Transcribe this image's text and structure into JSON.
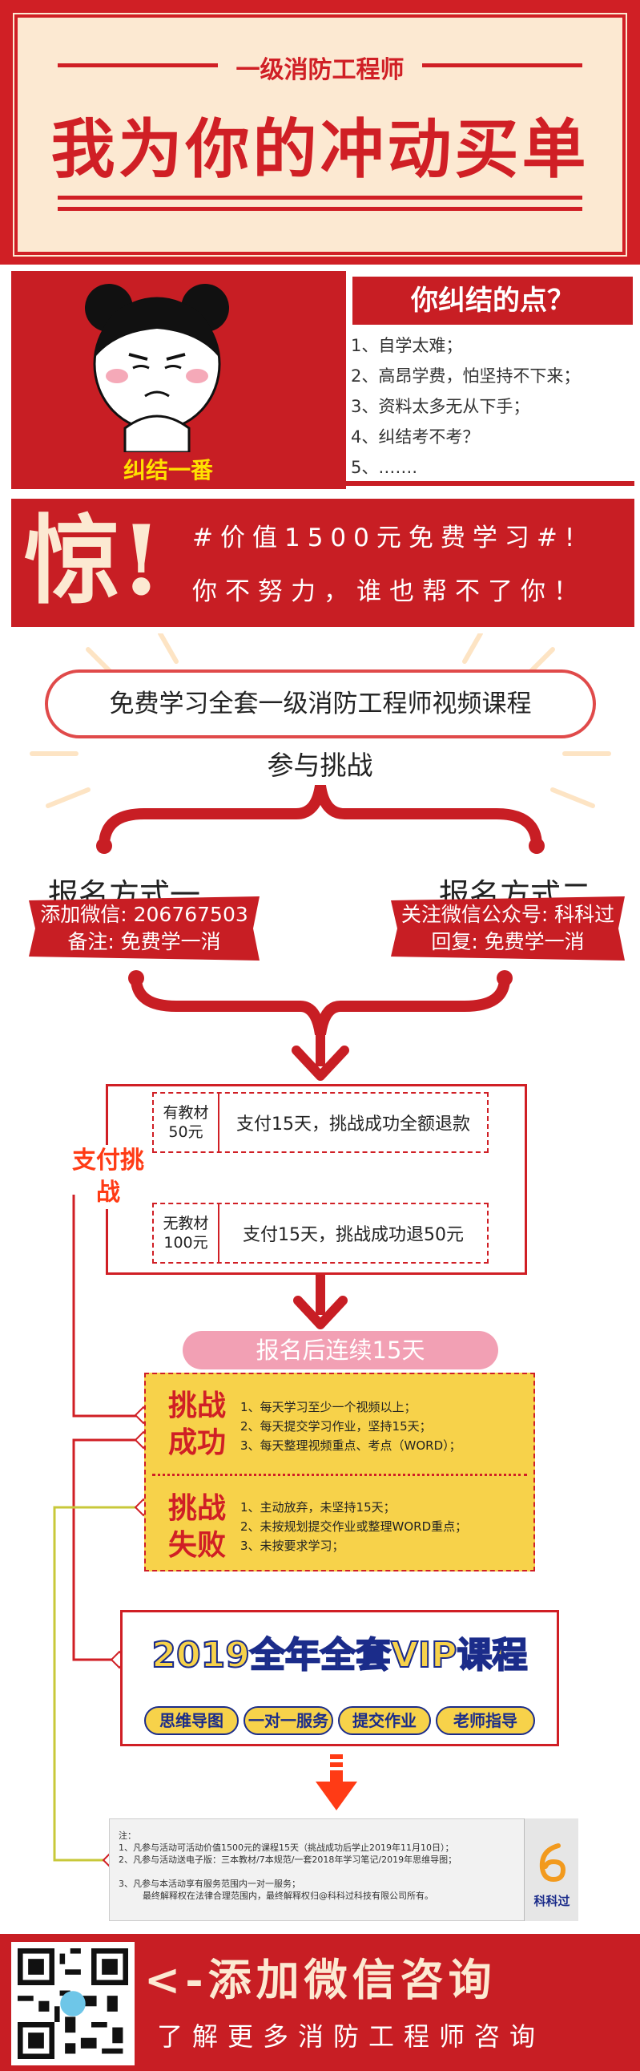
{
  "header": {
    "subtitle": "一级消防工程师",
    "title": "我为你的冲动买单"
  },
  "struggle": {
    "face_label": "纠结一番",
    "title": "你纠结的点？",
    "items": [
      "1、自学太难；",
      "2、高昂学费，怕坚持不下来；",
      "3、资料太多无从下手；",
      "4、纠结考不考？",
      "5、……."
    ]
  },
  "shock": {
    "big": "惊!",
    "line1": "#价值1500元免费学习#!",
    "line2": "你不努力，谁也帮不了你！"
  },
  "course": {
    "title": "免费学习全套一级消防工程师视频课程",
    "challenge": "参与挑战"
  },
  "signup": {
    "method1": {
      "title": "报名方式一",
      "line1": "添加微信: 206767503",
      "line2": "备注: 免费学一消"
    },
    "method2": {
      "title": "报名方式二",
      "line1": "关注微信公众号: 科科过",
      "line2": "回复: 免费学一消"
    }
  },
  "payment": {
    "label": "支付挑战",
    "options": [
      {
        "side": "有教材\n50元",
        "text": "支付15天，挑战成功全额退款"
      },
      {
        "side": "无教材\n100元",
        "text": "支付15天，挑战成功退50元"
      }
    ]
  },
  "duration": "报名后连续15天",
  "success": {
    "title": "挑战成功",
    "items": [
      "1、每天学习至少一个视频以上；",
      "2、每天提交学习作业，坚持15天；",
      "3、每天整理视频重点、考点（WORD）；"
    ]
  },
  "fail": {
    "title": "挑战失败",
    "items": [
      "1、主动放弃，未坚持15天；",
      "2、未按规划提交作业或整理WORD重点；",
      "3、未按要求学习；"
    ]
  },
  "vip": {
    "title": "2019全年全套VIP课程",
    "tags": [
      "思维导图",
      "一对一服务",
      "提交作业",
      "老师指导"
    ]
  },
  "notes": {
    "heading": "注：",
    "lines": [
      "1、凡参与活动可活动价值1500元的课程15天（挑战成功后学止2019年11月10日）；",
      "2、凡参与活动送电子版：三本教材/7本规范/一套2018年学习笔记/2019年思维导图；",
      "3、凡参与本活动享有服务范围内一对一服务；",
      "最终解释权在法律合理范围内，最终解释权归@科科过科技有限公司所有。"
    ],
    "logo_text": "科科过"
  },
  "footer": {
    "cta": "<-添加微信咨询",
    "sub": "了解更多消防工程师咨询"
  },
  "colors": {
    "red": "#d01f25",
    "cream": "#fce9d2",
    "yellow": "#f7d24a",
    "orange": "#ff3b15",
    "pink": "#f2a0b4"
  }
}
